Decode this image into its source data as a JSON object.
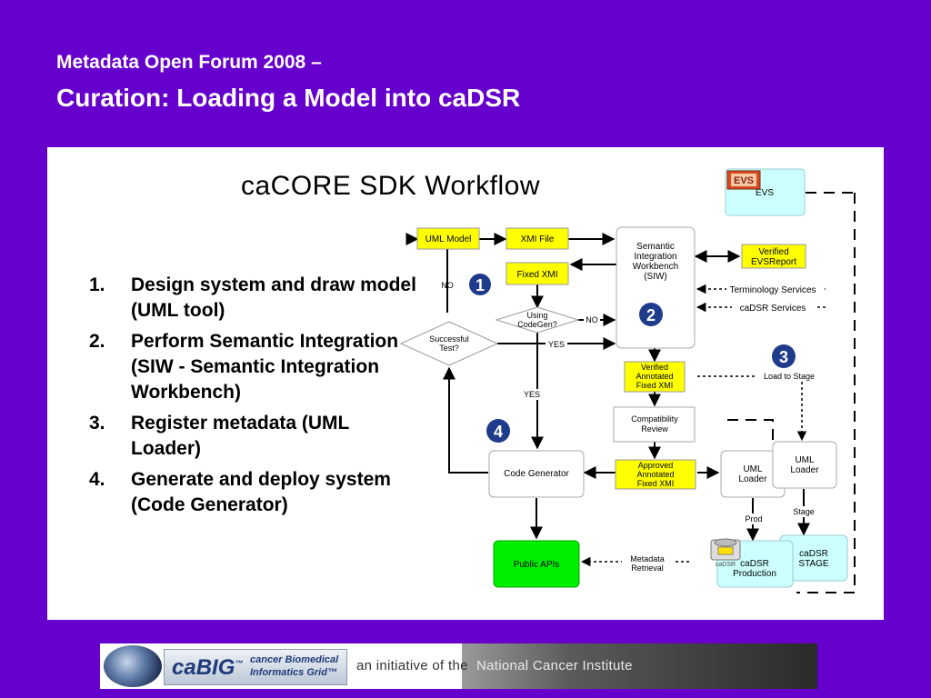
{
  "header": {
    "title_line1": "Metadata Open Forum 2008 –",
    "title_line2": "Curation: Loading a Model into caDSR"
  },
  "diagram": {
    "title": "caCORE SDK Workflow",
    "steps": [
      {
        "num": "1.",
        "text": "Design system and draw model (UML tool)"
      },
      {
        "num": "2.",
        "text": "Perform Semantic Integration (SIW - Semantic Integration Workbench)"
      },
      {
        "num": "3.",
        "text": "Register metadata (UML Loader)"
      },
      {
        "num": "4.",
        "text": "Generate and deploy system (Code Generator)"
      }
    ],
    "nodes": {
      "uml_model": "UML Model",
      "xmi_file": "XMI File",
      "fixed_xmi": "Fixed XMI",
      "siw": [
        "Semantic",
        "Integration",
        "Workbench",
        "(SIW)"
      ],
      "verified_evs": [
        "Verified",
        "EVSReport"
      ],
      "evs": "EVS",
      "evs_logo": "EVS",
      "terminology_services": "Terminology Services",
      "cadsr_services": "caDSR Services",
      "using_codegen": [
        "Using",
        "CodeGen?"
      ],
      "successful_test": [
        "Successful",
        "Test?"
      ],
      "verified_annotated": [
        "Verified",
        "Annotated",
        "Fixed XMI"
      ],
      "compat_review": [
        "Compatibility",
        "Review"
      ],
      "approved_annotated": [
        "Approved",
        "Annotated",
        "Fixed XMI"
      ],
      "code_generator": "Code Generator",
      "uml_loader_1": [
        "UML",
        "Loader"
      ],
      "uml_loader_2": [
        "UML",
        "Loader"
      ],
      "cadsr_stage": [
        "caDSR",
        "STAGE"
      ],
      "cadsr_production": [
        "caDSR",
        "Production"
      ],
      "cadsr_logo": "caDSR",
      "public_apis": "Public APIs"
    },
    "labels": {
      "no_left": "NO",
      "no_mid": "NO",
      "yes_1": "YES",
      "yes_2": "YES",
      "load_to_stage": "Load to Stage",
      "stage": "Stage",
      "prod": "Prod",
      "metadata_retrieval": [
        "Metadata",
        "Retrieval"
      ]
    },
    "markers": [
      "1",
      "2",
      "3",
      "4"
    ],
    "colors": {
      "yellow_box": "#ffff00",
      "evs_box": "#ccffff",
      "public_apis": "#00ee00",
      "marker": "#1f3b8c",
      "background": "#6600cc"
    }
  },
  "footer": {
    "brand": "caBIG",
    "tm": "™",
    "brand_sub": [
      "cancer Biomedical",
      "Informatics Grid™"
    ],
    "initiative": "an initiative of the",
    "nci": "National Cancer Institute"
  }
}
